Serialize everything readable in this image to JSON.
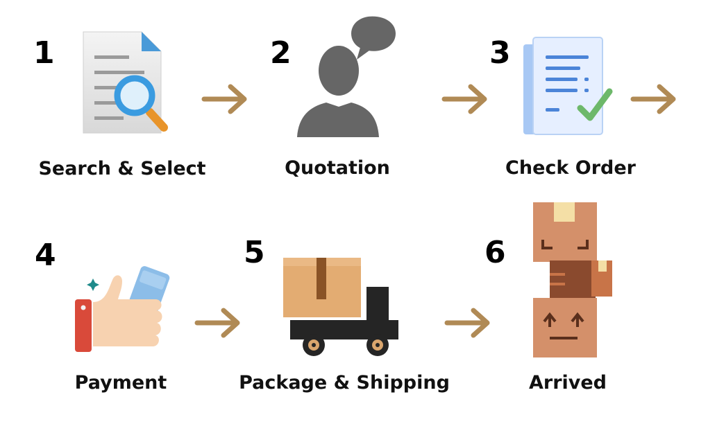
{
  "steps": [
    {
      "number": "1",
      "label": "Search & Select",
      "icon": "document-search-icon"
    },
    {
      "number": "2",
      "label": "Quotation",
      "icon": "person-speech-icon"
    },
    {
      "number": "3",
      "label": "Check Order",
      "icon": "checklist-icon"
    },
    {
      "number": "4",
      "label": "Payment",
      "icon": "hand-card-icon"
    },
    {
      "number": "5",
      "label": "Package & Shipping",
      "icon": "delivery-truck-icon"
    },
    {
      "number": "6",
      "label": "Arrived",
      "icon": "stacked-boxes-icon"
    }
  ],
  "colors": {
    "arrow": "#b08a55",
    "text": "#111111",
    "person": "#666666",
    "box": "#d4906a"
  }
}
